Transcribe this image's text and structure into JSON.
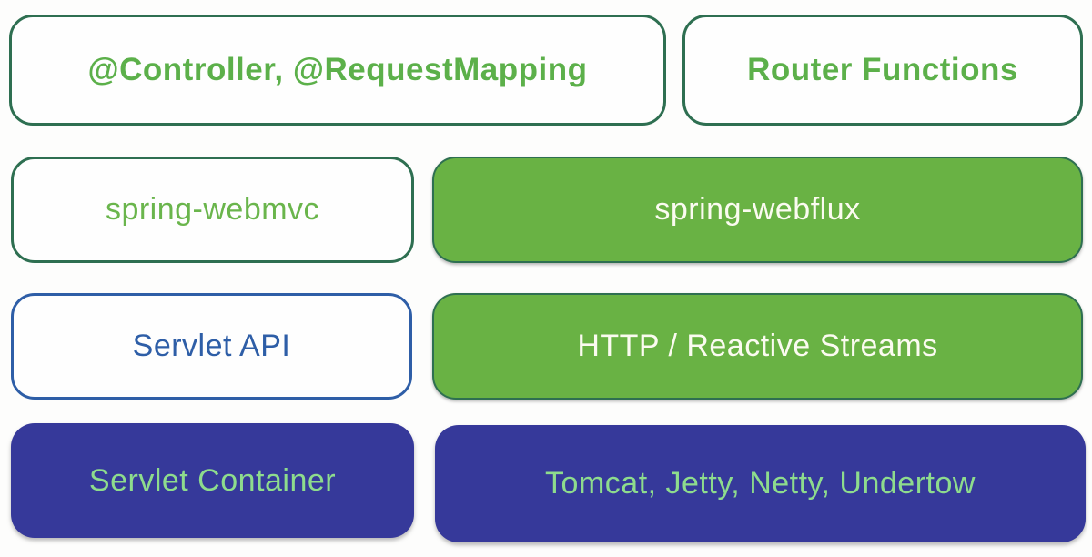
{
  "palette": {
    "green_fill": "#69b244",
    "green_border": "#2e6f51",
    "green_text": "#5cb04a",
    "light_green_text": "#8edc8d",
    "blue_border_text": "#2e5ea7",
    "navy_fill": "#36399a",
    "white_text": "#fbfbf0"
  },
  "diagram": {
    "boxes": [
      {
        "id": "controller",
        "label": "@Controller, @RequestMapping"
      },
      {
        "id": "router-functions",
        "label": "Router Functions"
      },
      {
        "id": "spring-webmvc",
        "label": "spring-webmvc"
      },
      {
        "id": "spring-webflux",
        "label": "spring-webflux"
      },
      {
        "id": "servlet-api",
        "label": "Servlet API"
      },
      {
        "id": "http-reactive",
        "label": "HTTP / Reactive Streams"
      },
      {
        "id": "servlet-container",
        "label": "Servlet Container"
      },
      {
        "id": "servers",
        "label": "Tomcat, Jetty, Netty, Undertow"
      }
    ]
  }
}
